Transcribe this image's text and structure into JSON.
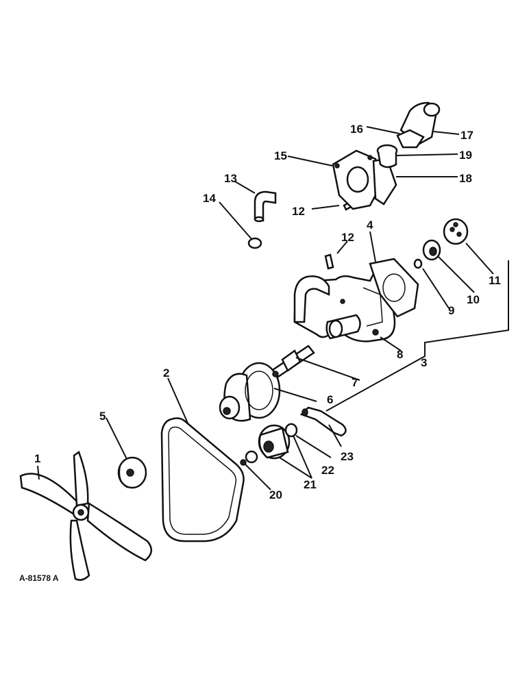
{
  "drawing_id": "A-81578 A",
  "callouts": {
    "n1": "1",
    "n2": "2",
    "n3": "3",
    "n4": "4",
    "n5": "5",
    "n6": "6",
    "n7": "7",
    "n8": "8",
    "n9": "9",
    "n10": "10",
    "n11": "11",
    "n12a": "12",
    "n12b": "12",
    "n13": "13",
    "n14": "14",
    "n15": "15",
    "n16": "16",
    "n17": "17",
    "n18": "18",
    "n19": "19",
    "n20": "20",
    "n21": "21",
    "n22": "22",
    "n23": "23"
  }
}
